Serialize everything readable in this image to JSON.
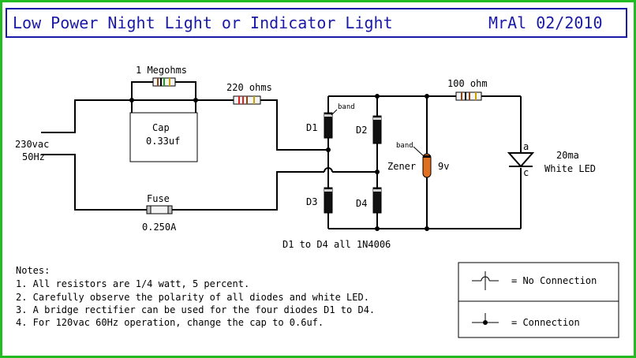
{
  "title": {
    "main": "Low Power Night Light or Indicator Light",
    "credit": "MrAl 02/2010"
  },
  "input": {
    "voltage": "230vac",
    "frequency": "50Hz"
  },
  "components": {
    "r1_value": "1 Megohms",
    "cap_name": "Cap",
    "cap_value": "0.33uf",
    "r2_value": "220 ohms",
    "fuse_name": "Fuse",
    "fuse_value": "0.250A",
    "d1": "D1",
    "d2": "D2",
    "d3": "D3",
    "d4": "D4",
    "band_d1": "band",
    "band_zener": "band",
    "zener_name": "Zener",
    "zener_value": "9v",
    "r3_value": "100 ohm",
    "led_anode": "a",
    "led_cathode": "c",
    "led_current": "20ma",
    "led_name": "White LED",
    "diode_note": "D1 to D4 all 1N4006"
  },
  "notes": {
    "heading": "Notes:",
    "items": [
      "1.  All resistors are 1/4 watt, 5 percent.",
      "2.  Carefully observe the polarity of all diodes and white LED.",
      "3.  A bridge rectifier can be used for the four diodes D1 to D4.",
      "4.  For 120vac 60Hz operation, change the cap to 0.6uf."
    ]
  },
  "legend": {
    "no_connection": "=  No Connection",
    "connection": "=  Connection"
  },
  "colors": {
    "frame": "#22bb22",
    "title_text": "#1a1aa8",
    "zener_body": "#e07020"
  }
}
